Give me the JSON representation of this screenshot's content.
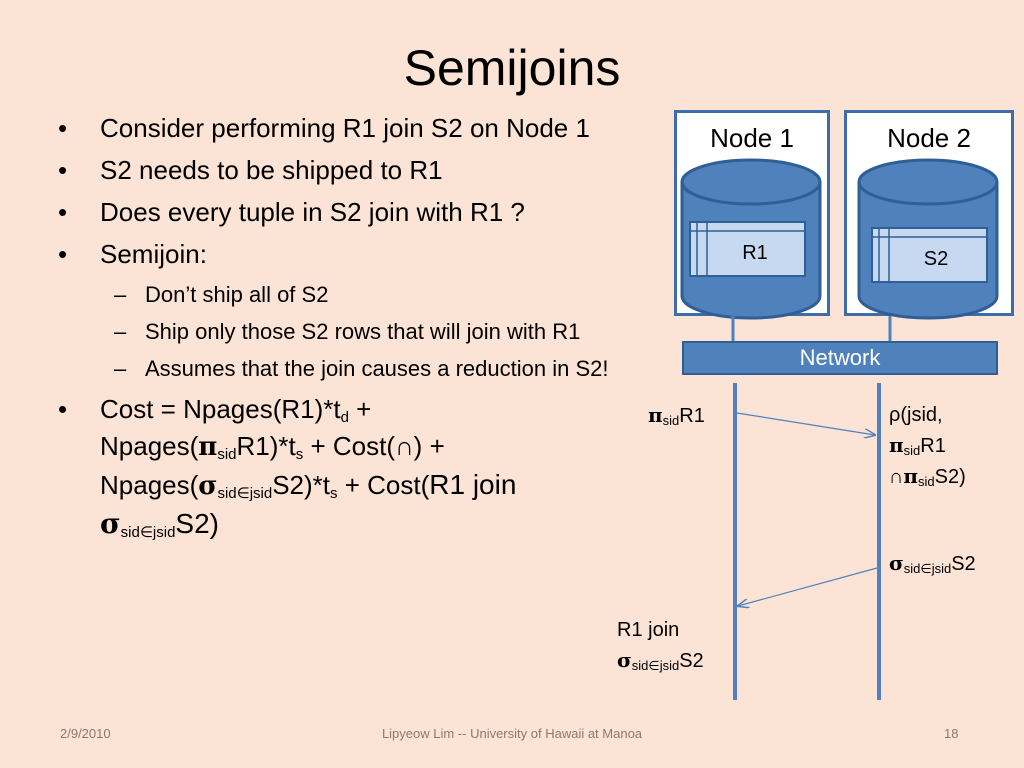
{
  "slide": {
    "title": "Semijoins",
    "bullets": [
      "Consider performing R1 join S2 on Node 1",
      "S2 needs to be shipped to R1",
      "Does every tuple in S2 join with R1 ?",
      "Semijoin:"
    ],
    "sub_bullets": [
      "Don’t ship all of S2",
      "Ship only those S2 rows that will join with R1",
      "Assumes that the join causes a reduction in S2!"
    ],
    "cost": {
      "l1_pre": "Cost  = Npages(R1)*t",
      "l1_sub": "d",
      "l1_post": " +",
      "l2_pre": "Npages(",
      "l2_sym": "π",
      "l2_sub": "sid",
      "l2_mid": "R1)*t",
      "l2_sub2": "s",
      "l2_post": " + Cost(∩) +",
      "l3_pre": "Npages(",
      "l3_sym": "σ",
      "l3_sub": "sid∈jsid",
      "l3_mid": "S2)*t",
      "l3_sub2": "s",
      "l3_post": " + Cost(",
      "l3_big": "R1 join",
      "l4_sym": "σ",
      "l4_sub": "sid∈jsid",
      "l4_post": "S2)"
    }
  },
  "diagram": {
    "node1_label": "Node 1",
    "node2_label": "Node 2",
    "r1_label": "R1",
    "s2_label": "S2",
    "network_label": "Network",
    "msg1": {
      "sym": "π",
      "sub": "sid",
      "text": "R1"
    },
    "msg2": {
      "line1": "ρ(jsid,",
      "l2_sym": "π",
      "l2_sub": "sid",
      "l2_text": "R1",
      "l3_cap": "∩",
      "l3_sym": "π",
      "l3_sub": "sid",
      "l3_text": "S2)"
    },
    "msg3": {
      "sym": "σ",
      "sub": "sid∈jsid",
      "text": "S2"
    },
    "msg4": {
      "line1": "R1 join",
      "sym": "σ",
      "sub": "sid∈jsid",
      "text": "S2"
    },
    "colors": {
      "db_fill": "#4f81bd",
      "db_stroke": "#2f5f94",
      "table_fill": "#c6d9f1",
      "line": "#4f81bd"
    }
  },
  "footer": {
    "date": "2/9/2010",
    "author": "Lipyeow Lim -- University of Hawaii at Manoa",
    "page": "18"
  }
}
